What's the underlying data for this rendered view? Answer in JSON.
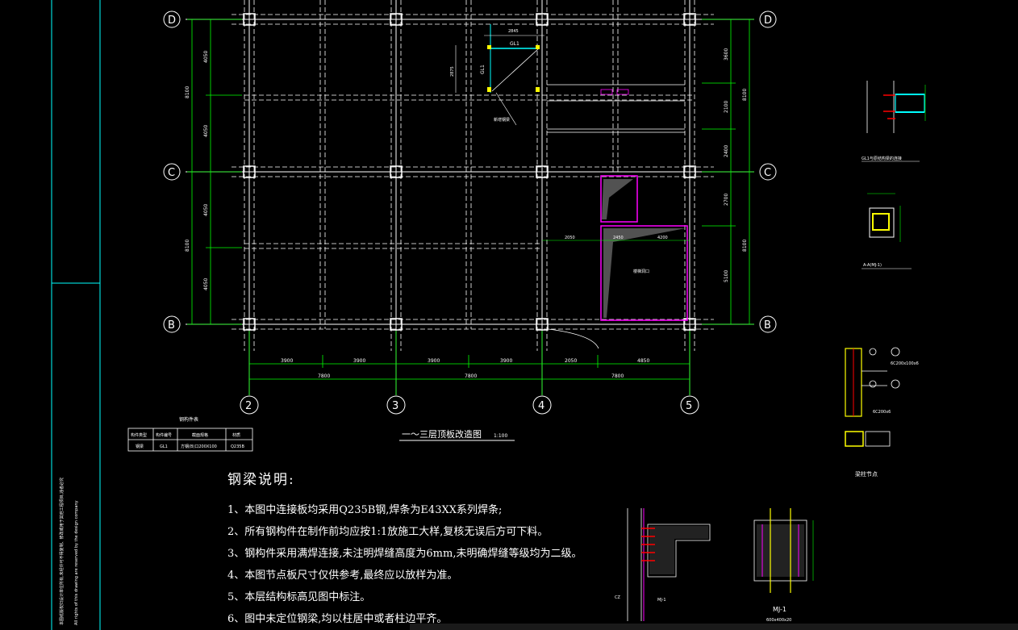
{
  "axes": {
    "rows": [
      {
        "label": "D"
      },
      {
        "label": "C"
      },
      {
        "label": "B"
      }
    ],
    "columns": [
      {
        "label": "2"
      },
      {
        "label": "3"
      },
      {
        "label": "4"
      },
      {
        "label": "5"
      }
    ]
  },
  "dimensions": {
    "bottom_top_row": [
      "3900",
      "3900",
      "3900",
      "3900",
      "2050",
      "4850"
    ],
    "bottom_second_row": [
      "7800",
      "7800",
      "7800"
    ],
    "left_outer": [
      "8100",
      "8100"
    ],
    "left_inner": [
      "4050",
      "4050",
      "4050",
      "4050"
    ],
    "right_inner": [
      "3600",
      "2100",
      "2400",
      "2700",
      "5100"
    ],
    "right_outer": [
      "8100",
      "8100"
    ],
    "detail_gl1_w": "2845",
    "detail_gl1_h": "2875",
    "opening_labels": [
      "2050",
      "2450",
      "4200"
    ]
  },
  "labels": {
    "gl1": "GL1",
    "gl1_node": "GL1与原结构梁的连接",
    "section_aa": "A-A(MJ-1)",
    "opening_text": "楼梯洞口",
    "section_note": "新增钢梁",
    "beam_node": "梁柱节点",
    "mj_label": "MJ-1",
    "mj_sub": "600x400x20",
    "cz_label": "CZ",
    "weld_note1": "6C200x100x6",
    "weld_note2": "6C200x6"
  },
  "drawing_title": {
    "text": "一～三层顶板改造图",
    "scale": "1:100"
  },
  "member_table": {
    "title": "钢构件表",
    "headers": [
      "构件类型",
      "构件编号",
      "截面规格",
      "材质"
    ],
    "rows": [
      [
        "钢梁",
        "GL1",
        "方钢(B)口200X100",
        "Q235B"
      ]
    ]
  },
  "notes": {
    "title": "钢梁说明:",
    "items": [
      "1、本图中连接板均采用Q235B钢,焊条为E43XX系列焊条;",
      "2、所有钢构件在制作前均应按1:1放施工大样,复核无误后方可下料。",
      "3、钢构件采用满焊连接,未注明焊缝高度为6mm,未明确焊缝等级均为二级。",
      "4、本图节点板尺寸仅供参考,最终应以放样为准。",
      "5、本层结构标高见图中标注。",
      "6、图中未定位钢梁,均以柱居中或者柱边平齐。"
    ]
  },
  "sidebar": {
    "vertical_text_1": "本图纸版权归设计单位所有,未经许可不得复制、修改或用于其他工程项目,违者必究",
    "vertical_text_2": "All rights of this drawing are reserved by the design company"
  },
  "colors": {
    "background": "#000000",
    "grid": "#ffffff",
    "dimension": "#00ff00",
    "highlight": "#ff00ff",
    "weld": "#ff0000",
    "cyan": "#00ffff",
    "yellow": "#ffff00"
  }
}
